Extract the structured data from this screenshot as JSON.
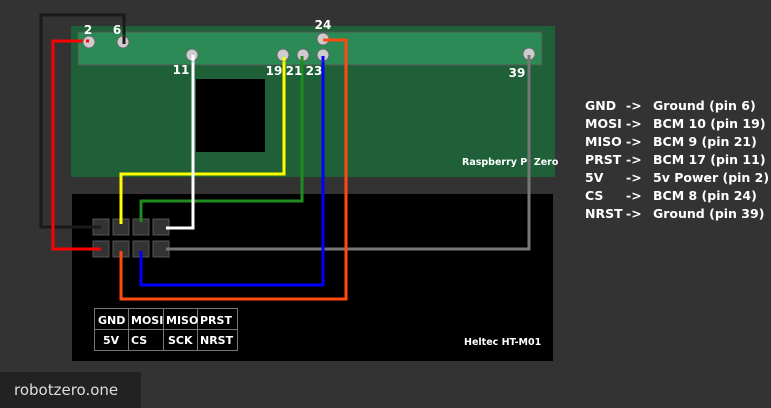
{
  "pi_board": {
    "label": "Raspberry Pi Zero",
    "pins": [
      "2",
      "6",
      "24",
      "11",
      "19",
      "21",
      "23",
      "39"
    ]
  },
  "heltec_board": {
    "label": "Heltec HT-M01",
    "table": [
      [
        "GND",
        "MOSI",
        "MISO",
        "PRST"
      ],
      [
        "5V",
        "CS",
        "SCK",
        "NRST"
      ]
    ]
  },
  "wire_colors": {
    "gnd": "#1a1a1a",
    "vcc": "#ff0000",
    "mosi": "#ffff00",
    "miso": "#1e8c1e",
    "prst": "#ffffff",
    "nrst": "#777777",
    "sck": "#0000ff",
    "cs": "#ff4a10"
  },
  "legend": [
    {
      "signal": "GND",
      "arrow": "->",
      "target": "Ground (pin 6)"
    },
    {
      "signal": "MOSI",
      "arrow": "->",
      "target": "BCM 10 (pin 19)"
    },
    {
      "signal": "MISO",
      "arrow": "->",
      "target": "BCM 9 (pin 21)"
    },
    {
      "signal": "PRST",
      "arrow": "->",
      "target": "BCM 17 (pin 11)"
    },
    {
      "signal": "5V",
      "arrow": "->",
      "target": "5v Power (pin 2)"
    },
    {
      "signal": "CS",
      "arrow": "->",
      "target": "BCM 8 (pin 24)"
    },
    {
      "signal": "NRST",
      "arrow": "->",
      "target": "Ground (pin 39)"
    }
  ],
  "footer": {
    "site": "robotzero.one"
  }
}
